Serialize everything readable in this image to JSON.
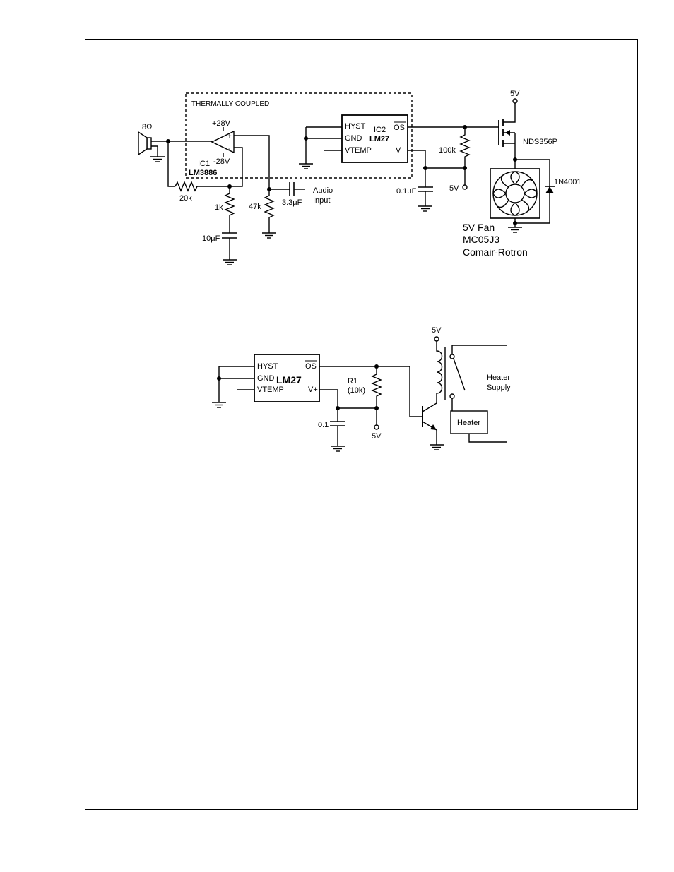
{
  "circuit1": {
    "coupling_label": "THERMALLY COUPLED",
    "speaker_label": "8Ω",
    "pos_supply": "+28V",
    "neg_supply": "-28V",
    "plus_sign": "+",
    "minus_sign": "-",
    "ic1_ref": "IC1",
    "ic1_part": "LM3886",
    "r_feedback": "20k",
    "r_ground": "1k",
    "c_ground": "10μF",
    "r_input": "47k",
    "c_input": "3.3μF",
    "audio_input_line1": "Audio",
    "audio_input_line2": "Input",
    "ic2": {
      "hyst": "HYST",
      "gnd": "GND",
      "vtemp": "VTEMP",
      "os": "OS",
      "vplus": "V+",
      "ref": "IC2",
      "part": "LM27"
    },
    "r_pullup": "100k",
    "c_bypass": "0.1μF",
    "supply_a": "5V",
    "supply_b": "5V",
    "mosfet": "NDS356P",
    "diode": "1N4001",
    "fan_line1": "5V Fan",
    "fan_line2": "MC05J3",
    "fan_line3": "Comair-Rotron"
  },
  "circuit2": {
    "ic": {
      "hyst": "HYST",
      "gnd": "GND",
      "vtemp": "VTEMP",
      "os": "OS",
      "vplus": "V+",
      "part": "LM27"
    },
    "r1_line1": "R1",
    "r1_line2": "(10k)",
    "c_bypass": "0.1",
    "supply_a": "5V",
    "supply_b": "5V",
    "heater_supply_line1": "Heater",
    "heater_supply_line2": "Supply",
    "heater": "Heater"
  }
}
